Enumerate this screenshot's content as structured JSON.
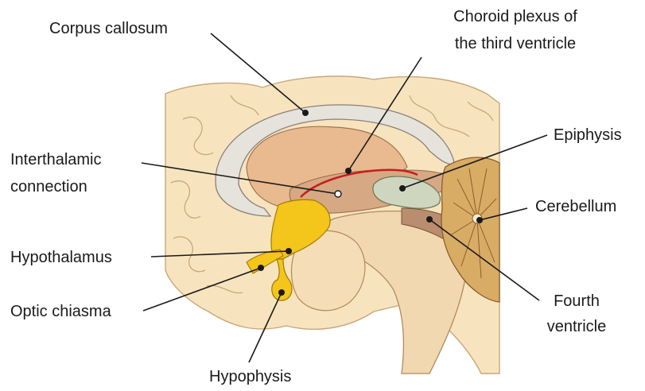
{
  "labels": {
    "corpus_callosum": "Corpus callosum",
    "choroid_plexus_line1": "Choroid plexus of",
    "choroid_plexus_line2": "the third ventricle",
    "epiphysis": "Epiphysis",
    "interthalamic_line1": "Interthalamic",
    "interthalamic_line2": "connection",
    "cerebellum": "Cerebellum",
    "hypothalamus": "Hypothalamus",
    "fourth_ventricle_line1": "Fourth",
    "fourth_ventricle_line2": "ventricle",
    "optic_chiasma": "Optic chiasma",
    "hypophysis": "Hypophysis"
  },
  "colors": {
    "cortex": "#f7e4bf",
    "cortex_line": "#c9a77a",
    "corpus_callosum": "#e6e2dc",
    "thalamus": "#e9b98f",
    "ventricle": "#d6a883",
    "brainstem": "#f2d8b1",
    "hypothalamus": "#f4c51a",
    "cerebellum": "#d9ac66",
    "choroid": "#c81d1d",
    "epiphysis": "#cfd6bf",
    "fourth_ventricle": "#b98d6e"
  }
}
